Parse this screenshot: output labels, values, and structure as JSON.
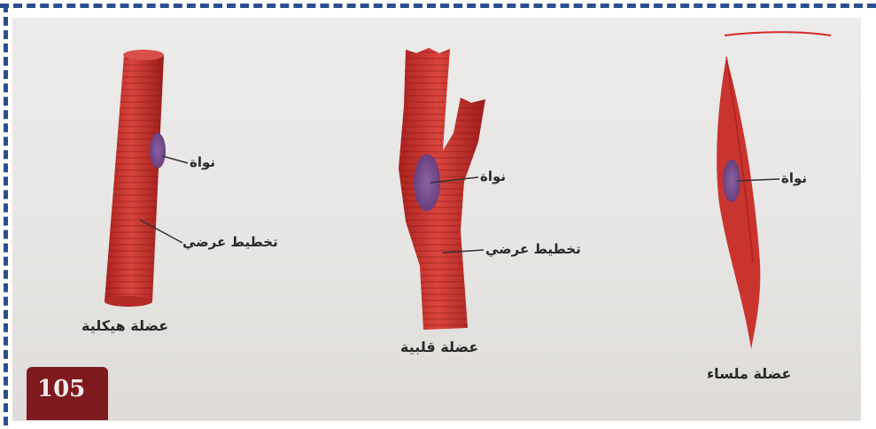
{
  "figures": {
    "skeletal": {
      "nucleus_label": "نواة",
      "striation_label": "تخطيط عرضي",
      "caption": "عضلة هيكلية"
    },
    "cardiac": {
      "nucleus_label": "نواة",
      "striation_label": "تخطيط عرضي",
      "caption": "عضلة قلبية"
    },
    "smooth": {
      "nucleus_label": "نواة",
      "caption": "عضلة ملساء"
    }
  },
  "page_number": "105",
  "colors": {
    "frame": "#2a4f8f",
    "muscle": "#c9342f",
    "nucleus": "#7a4a8c",
    "badge": "#7d1a1f"
  }
}
